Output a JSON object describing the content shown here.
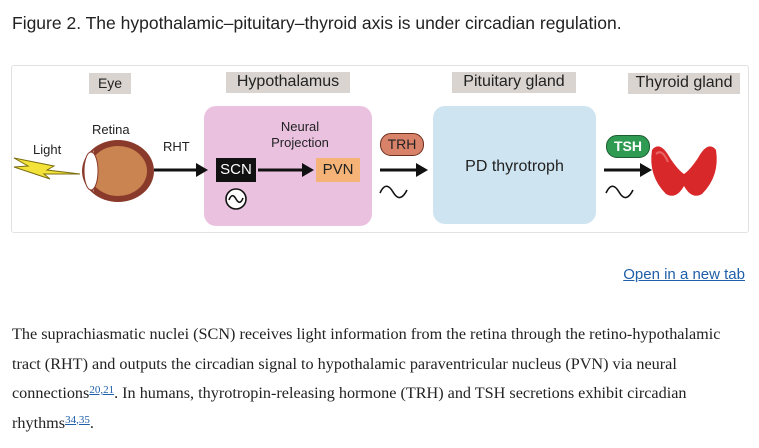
{
  "caption": "Figure 2. The hypothalamic–pituitary–thyroid axis is under circadian regulation.",
  "figure": {
    "eye_label": "Eye",
    "hypothalamus_label": "Hypothalamus",
    "pituitary_label": "Pituitary gland",
    "thyroid_label": "Thyroid gland",
    "retina_label": "Retina",
    "light_label": "Light",
    "rht_label": "RHT",
    "neural_projection_line1": "Neural",
    "neural_projection_line2": "Projection",
    "scn_label": "SCN",
    "pvn_label": "PVN",
    "trh_label": "TRH",
    "tsh_label": "TSH",
    "pd_thyrotroph_label": "PD thyrotroph",
    "colors": {
      "label_box": "#d9d4cf",
      "hypothalamus": "#eac2df",
      "pituitary": "#cfe4f1",
      "pvn": "#f6b377",
      "trh": "#d8826a",
      "tsh": "#2f9a52",
      "thyroid": "#d9282a",
      "lightning": "#f3e23a"
    }
  },
  "open_link": "Open in a new tab",
  "paragraph": {
    "part1": "The suprachiasmatic nuclei (SCN) receives light information from the retina through the retino-hypothalamic tract (RHT) and outputs the circadian signal to hypothalamic paraventricular nucleus (PVN) via neural connections",
    "ref1": "20,21",
    "part2": ". In humans, thyrotropin-releasing hormone (TRH) and TSH secretions exhibit circadian rhythms",
    "ref2": "34,35",
    "part3": "."
  }
}
